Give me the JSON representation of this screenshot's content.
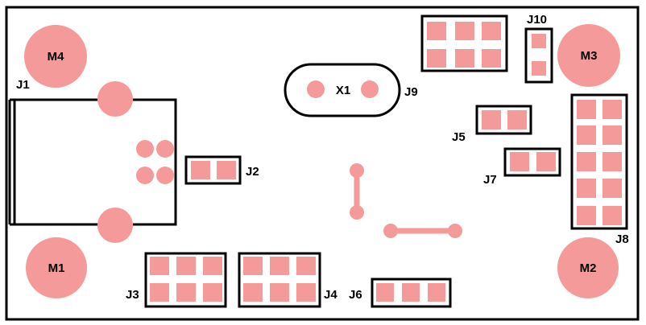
{
  "colors": {
    "outline": "#000000",
    "pad": "#f59a9a",
    "background": "#ffffff"
  },
  "labels": {
    "m4": "M4",
    "m3": "M3",
    "m1": "M1",
    "m2": "M2",
    "j1": "J1",
    "j2": "J2",
    "j3": "J3",
    "j4": "J4",
    "j5": "J5",
    "j6": "J6",
    "j7": "J7",
    "j8": "J8",
    "j9": "J9",
    "j10": "J10",
    "x1": "X1"
  }
}
